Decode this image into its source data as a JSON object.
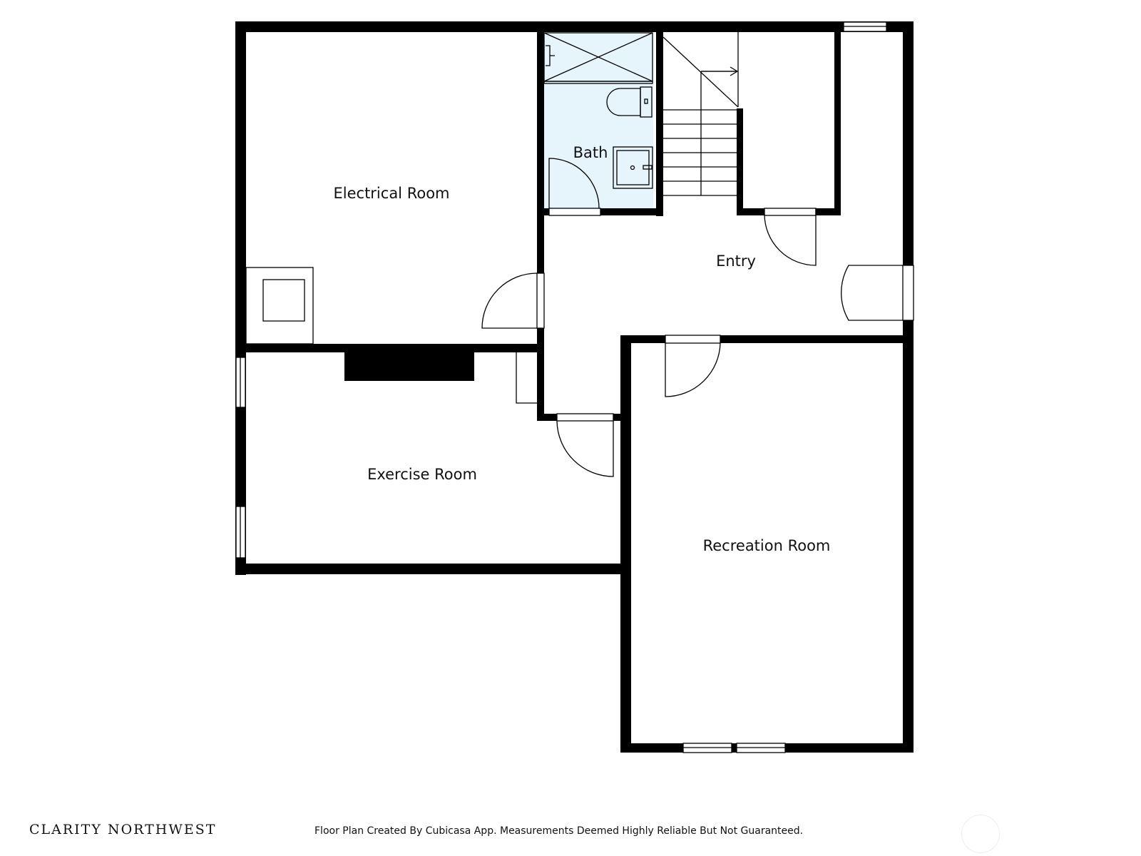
{
  "rooms": {
    "electrical": "Electrical Room",
    "bath": "Bath",
    "entry": "Entry",
    "exercise": "Exercise Room",
    "recreation": "Recreation Room"
  },
  "footer": {
    "brand": "CLARITY NORTHWEST",
    "disclaimer": "Floor Plan Created By Cubicasa App. Measurements Deemed Highly Reliable But Not Guaranteed."
  },
  "colors": {
    "bath_fill": "#e6f4fc",
    "wall": "#000000"
  }
}
